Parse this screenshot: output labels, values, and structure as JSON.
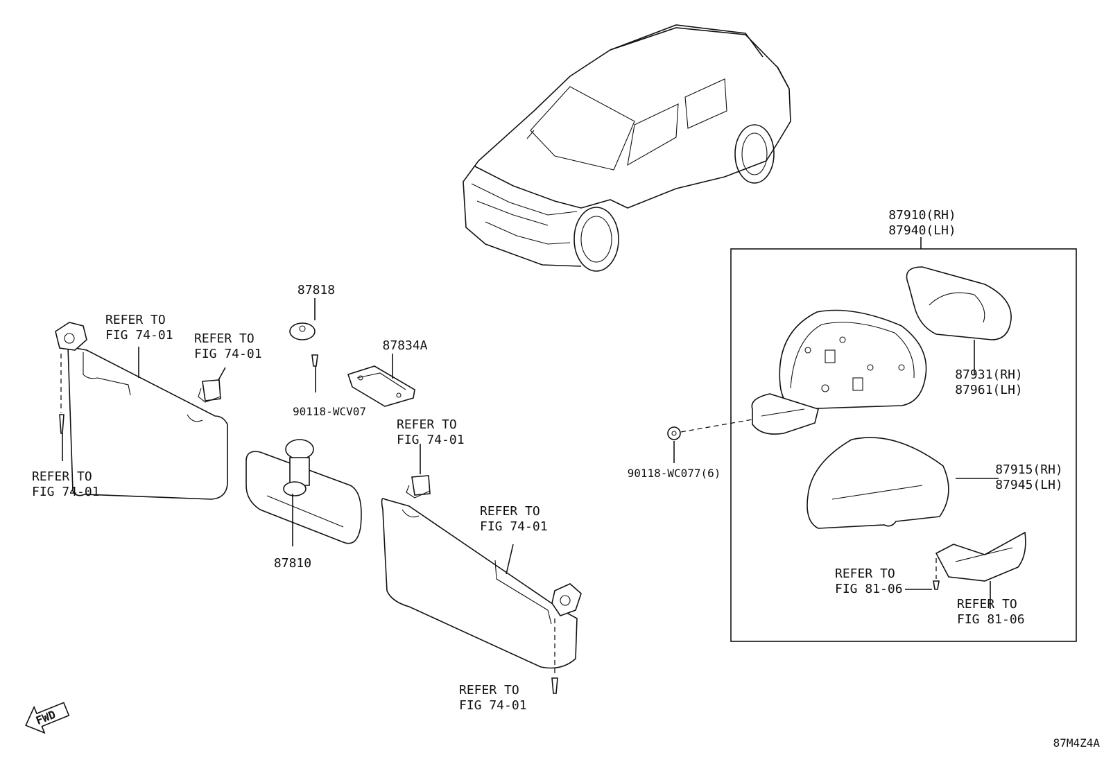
{
  "labels": {
    "p87818": "87818",
    "p87834a": "87834A",
    "p90118_wcv07": "90118-WCV07",
    "p87810": "87810",
    "p87910": "87910(RH)",
    "p87940": "87940(LH)",
    "p87931": "87931(RH)",
    "p87961": "87961(LH)",
    "p87915": "87915(RH)",
    "p87945": "87945(LH)",
    "p90118_wc077": "90118-WC077(6)"
  },
  "refer_notes": [
    {
      "line1": "REFER TO",
      "line2": "FIG 74-01"
    },
    {
      "line1": "REFER TO",
      "line2": "FIG 74-01"
    },
    {
      "line1": "REFER TO",
      "line2": "FIG 74-01"
    },
    {
      "line1": "REFER TO",
      "line2": "FIG 74-01"
    },
    {
      "line1": "REFER TO",
      "line2": "FIG 74-01"
    },
    {
      "line1": "REFER TO",
      "line2": "FIG 74-01"
    },
    {
      "line1": "REFER TO",
      "line2": "FIG 81-06"
    },
    {
      "line1": "REFER TO",
      "line2": "FIG 81-06"
    }
  ],
  "fwd_label": "FWD",
  "figure_code": "87M4Z4A"
}
